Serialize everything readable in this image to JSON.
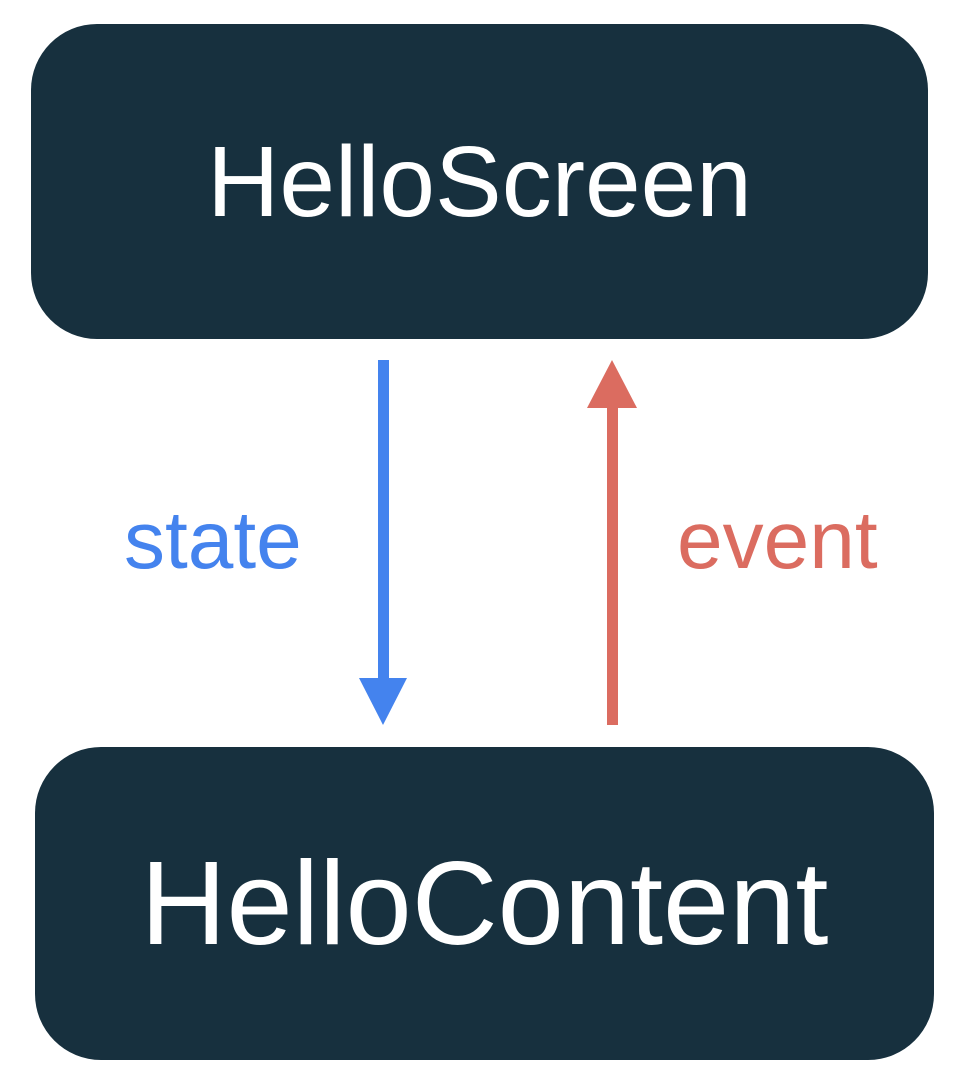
{
  "diagram": {
    "title": "unidirectional-data-flow",
    "boxes": {
      "top": {
        "label": "HelloScreen"
      },
      "bottom": {
        "label": "HelloContent"
      }
    },
    "arrows": {
      "state": {
        "label": "state",
        "direction": "down",
        "from": "HelloScreen",
        "to": "HelloContent"
      },
      "event": {
        "label": "event",
        "direction": "up",
        "from": "HelloContent",
        "to": "HelloScreen"
      }
    },
    "colors": {
      "background": "#ffffff",
      "box_bg": "#17303e",
      "box_text": "#ffffff",
      "state": "#4483ee",
      "event": "#db6c60"
    }
  }
}
